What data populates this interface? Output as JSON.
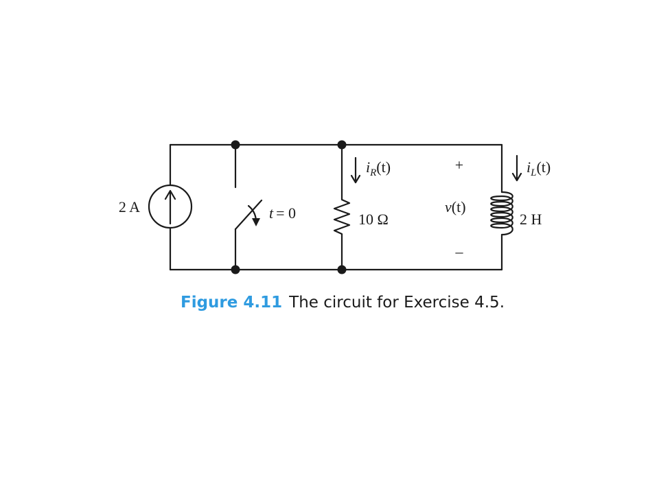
{
  "circuit": {
    "source": {
      "label": "2 A",
      "type": "current-source",
      "arrow": "up"
    },
    "switch": {
      "t_symbol": "t",
      "t_value": "= 0"
    },
    "resistor": {
      "label": "10 Ω"
    },
    "inductor": {
      "label": "2 H"
    },
    "current_R": {
      "symbol": "i",
      "subscript": "R",
      "arg": "(t)"
    },
    "current_L": {
      "symbol": "i",
      "subscript": "L",
      "arg": "(t)"
    },
    "voltage": {
      "symbol": "v",
      "arg": "(t)",
      "plus": "+",
      "minus": "–"
    }
  },
  "caption": {
    "figure": "Figure 4.11",
    "text": "The circuit for Exercise 4.5.",
    "figure_color": "#2f9be0"
  }
}
